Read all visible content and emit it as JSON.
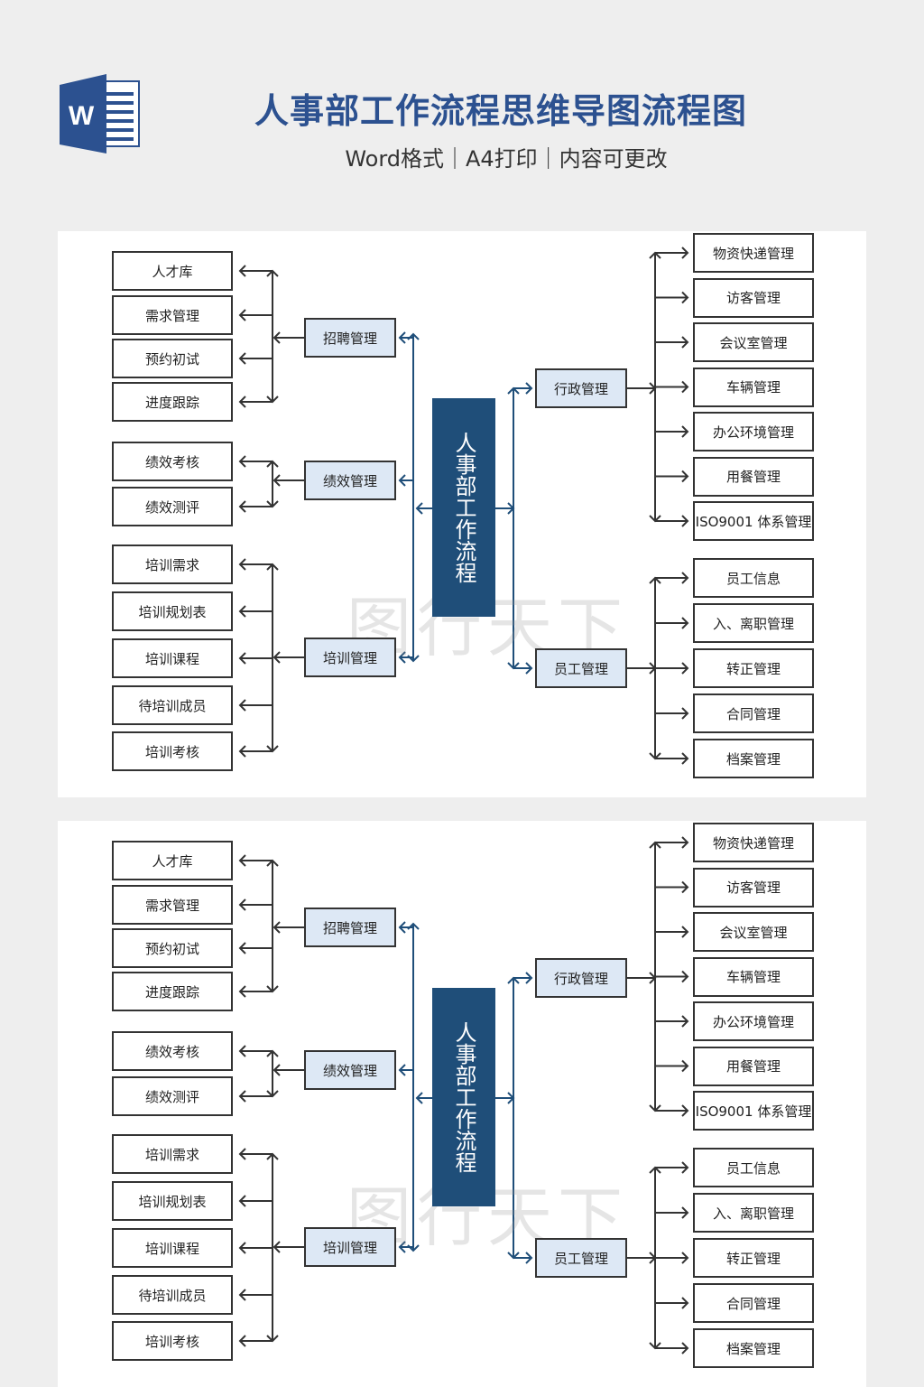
{
  "header": {
    "icon": "word-document-icon",
    "icon_letter": "W",
    "title": "人事部工作流程思维导图流程图",
    "subtitle": "Word格式｜A4打印｜内容可更改"
  },
  "colors": {
    "title": "#2c5190",
    "center_fill": "#1f4e79",
    "mid_fill": "#dde8f5",
    "connector_blue": "#1f4e79",
    "connector_dark": "#333333"
  },
  "diagram": {
    "center_label": "人事部工作流程",
    "left_branches": [
      {
        "label": "招聘管理",
        "children": [
          "人才库",
          "需求管理",
          "预约初试",
          "进度跟踪"
        ]
      },
      {
        "label": "绩效管理",
        "children": [
          "绩效考核",
          "绩效测评"
        ]
      },
      {
        "label": "培训管理",
        "children": [
          "培训需求",
          "培训规划表",
          "培训课程",
          "待培训成员",
          "培训考核"
        ]
      }
    ],
    "right_branches": [
      {
        "label": "行政管理",
        "children": [
          "物资快递管理",
          "访客管理",
          "会议室管理",
          "车辆管理",
          "办公环境管理",
          "用餐管理",
          "ISO9001 体系管理"
        ]
      },
      {
        "label": "员工管理",
        "children": [
          "员工信息",
          "入、离职管理",
          "转正管理",
          "合同管理",
          "档案管理"
        ]
      }
    ]
  },
  "watermark": "图行天下"
}
